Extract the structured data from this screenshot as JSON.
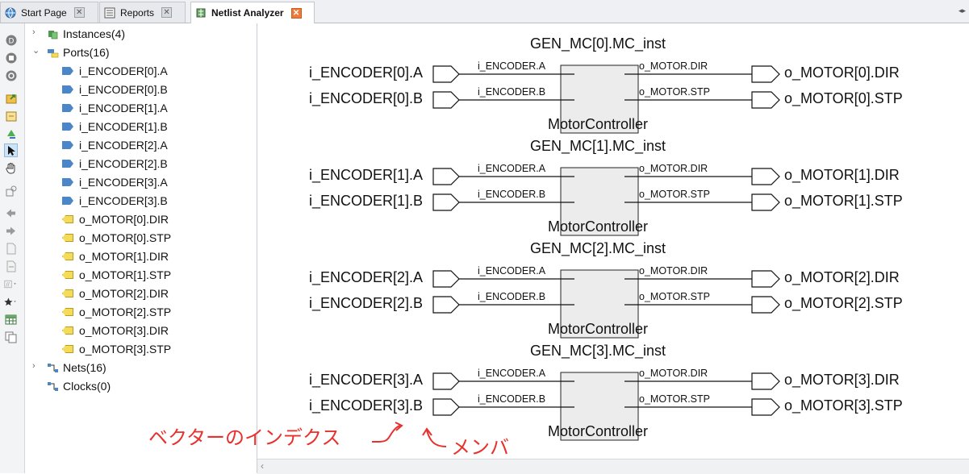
{
  "tabs": [
    {
      "label": "Start Page",
      "close": "✕"
    },
    {
      "label": "Reports",
      "close": "✕"
    },
    {
      "label": "Netlist Analyzer",
      "close": "✕"
    }
  ],
  "tree": {
    "instances": "Instances(4)",
    "ports": "Ports(16)",
    "inputs": [
      "i_ENCODER[0].A",
      "i_ENCODER[0].B",
      "i_ENCODER[1].A",
      "i_ENCODER[1].B",
      "i_ENCODER[2].A",
      "i_ENCODER[2].B",
      "i_ENCODER[3].A",
      "i_ENCODER[3].B"
    ],
    "outputs": [
      "o_MOTOR[0].DIR",
      "o_MOTOR[0].STP",
      "o_MOTOR[1].DIR",
      "o_MOTOR[1].STP",
      "o_MOTOR[2].DIR",
      "o_MOTOR[2].STP",
      "o_MOTOR[3].DIR",
      "o_MOTOR[3].STP"
    ],
    "nets": "Nets(16)",
    "clocks": "Clocks(0)"
  },
  "schematic": {
    "instances": [
      {
        "name": "GEN_MC[0].MC_inst",
        "type": "MotorController",
        "in": [
          "i_ENCODER[0].A",
          "i_ENCODER[0].B"
        ],
        "out": [
          "o_MOTOR[0].DIR",
          "o_MOTOR[0].STP"
        ]
      },
      {
        "name": "GEN_MC[1].MC_inst",
        "type": "MotorController",
        "in": [
          "i_ENCODER[1].A",
          "i_ENCODER[1].B"
        ],
        "out": [
          "o_MOTOR[1].DIR",
          "o_MOTOR[1].STP"
        ]
      },
      {
        "name": "GEN_MC[2].MC_inst",
        "type": "MotorController",
        "in": [
          "i_ENCODER[2].A",
          "i_ENCODER[2].B"
        ],
        "out": [
          "o_MOTOR[2].DIR",
          "o_MOTOR[2].STP"
        ]
      },
      {
        "name": "GEN_MC[3].MC_inst",
        "type": "MotorController",
        "in": [
          "i_ENCODER[3].A",
          "i_ENCODER[3].B"
        ],
        "out": [
          "o_MOTOR[3].DIR",
          "o_MOTOR[3].STP"
        ]
      }
    ],
    "pins_in": [
      "i_ENCODER.A",
      "i_ENCODER.B"
    ],
    "pins_out": [
      "o_MOTOR.DIR",
      "o_MOTOR.STP"
    ]
  },
  "annotations": {
    "vector_index": "ベクターのインデクス",
    "member": "メンバ"
  },
  "colors": {
    "annotation": "#e8312d",
    "block_fill": "#ececec",
    "input_port": "#4a86c8",
    "output_port": "#f4dc5a"
  }
}
